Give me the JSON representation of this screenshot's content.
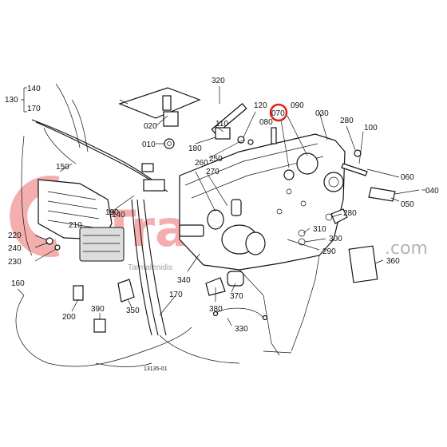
{
  "diagram": {
    "drawing_ref": "13135-01",
    "highlight_color": "#e02020",
    "highlighted_callout": "070"
  },
  "watermark": {
    "main": "Trakter",
    "domain": ".com",
    "sub": "Tarmalenidis",
    "color": "#e94b4b"
  },
  "callouts": {
    "c130": "130",
    "c140": "140",
    "c170a": "170",
    "c320": "320",
    "c110": "110",
    "c120": "120",
    "c070": "070",
    "c090": "090",
    "c030": "030",
    "c280a": "280",
    "c100": "100",
    "c020": "020",
    "c010": "010",
    "c180": "180",
    "c250": "250",
    "c080": "080",
    "c150": "150",
    "c260": "260",
    "c270": "270",
    "c060": "060",
    "c040": "040",
    "c050": "050",
    "c190": "190",
    "c140b": "140",
    "c280b": "280",
    "c220": "220",
    "c210": "210",
    "c240": "240",
    "c230": "230",
    "c310": "310",
    "c300": "300",
    "c290": "290",
    "c360": "360",
    "c340": "340",
    "c160": "160",
    "c390": "390",
    "c350": "350",
    "c170b": "170",
    "c380": "380",
    "c370": "370",
    "c200": "200",
    "c330": "330"
  }
}
